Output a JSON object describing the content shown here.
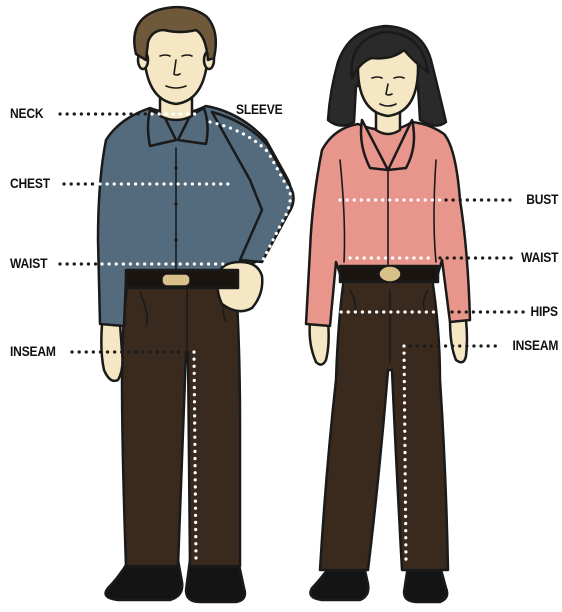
{
  "diagram": {
    "figures": [
      "man",
      "woman"
    ],
    "colors": {
      "outline": "#1a1a1a",
      "skin": "#f6e7c4",
      "man_hair": "#6e5a3a",
      "man_shirt": "#546b7d",
      "woman_hair": "#2a2a2a",
      "woman_blouse": "#e8968c",
      "pants": "#3a2a1e",
      "belt": "#1a1410",
      "buckle": "#d8c08a",
      "shoes": "#141414",
      "dots_on_figure": "#ffffff",
      "dots_leader": "#1a1a1a"
    },
    "labels": {
      "man_neck": "NECK",
      "man_sleeve": "SLEEVE",
      "man_chest": "CHEST",
      "man_waist": "WAIST",
      "man_inseam": "INSEAM",
      "woman_bust": "BUST",
      "woman_waist": "WAIST",
      "woman_hips": "HIPS",
      "woman_inseam": "INSEAM"
    }
  }
}
